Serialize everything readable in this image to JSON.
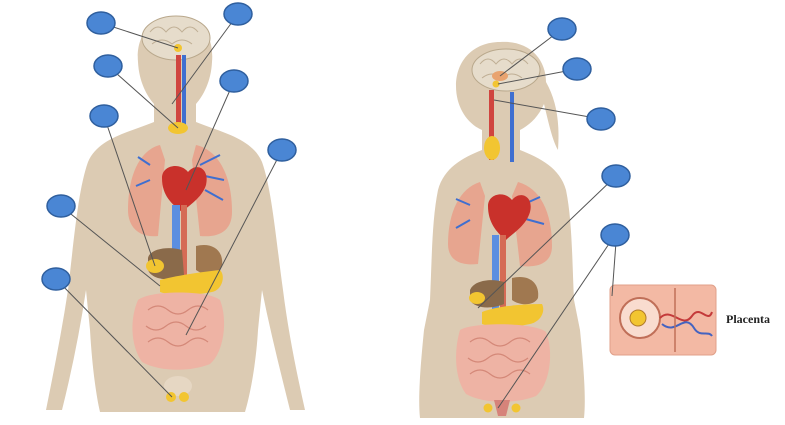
{
  "figure": {
    "inset_label": "Placenta"
  },
  "colors": {
    "body": "#dccbb3",
    "marker": "#4a86d4",
    "marker_stroke": "#2f5f9e",
    "leader": "#555555",
    "vessel_blue": "#3f6fd0",
    "vessel_red": "#d0453f",
    "organ_yellow": "#f2c531",
    "lung": "#e7a58f",
    "intestine": "#eeb3a4",
    "heart": "#c9312b"
  },
  "markers": {
    "male": [
      "m1",
      "m2",
      "m3",
      "m4",
      "m5",
      "m6",
      "m7",
      "m8"
    ],
    "female": [
      "f1",
      "f2",
      "f3",
      "f4",
      "f5"
    ]
  }
}
